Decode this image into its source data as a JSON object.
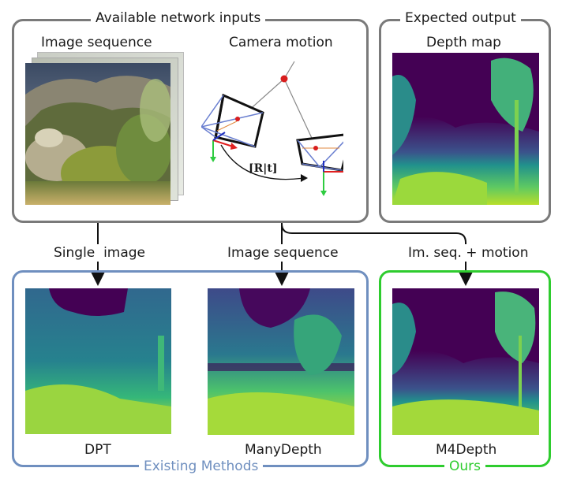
{
  "inputs_panel": {
    "title": "Available network inputs",
    "image_sequence_label": "Image sequence",
    "camera_motion_label": "Camera motion",
    "motion_formula": "[R|t]"
  },
  "output_panel": {
    "title": "Expected output",
    "depth_map_label": "Depth map"
  },
  "arrows": {
    "single_image": "Single  image",
    "image_sequence": "Image sequence",
    "seq_motion": "Im. seq. + motion"
  },
  "existing_panel": {
    "title": "Existing Methods",
    "methods": [
      "DPT",
      "ManyDepth"
    ]
  },
  "ours_panel": {
    "title": "Ours",
    "method": "M4Depth"
  },
  "colors": {
    "box_gray": "#7a7a7a",
    "existing_blue": "#6f8fbf",
    "ours_green": "#2ecc2e",
    "depth_far": "#440154",
    "depth_near": "#f0e621"
  }
}
